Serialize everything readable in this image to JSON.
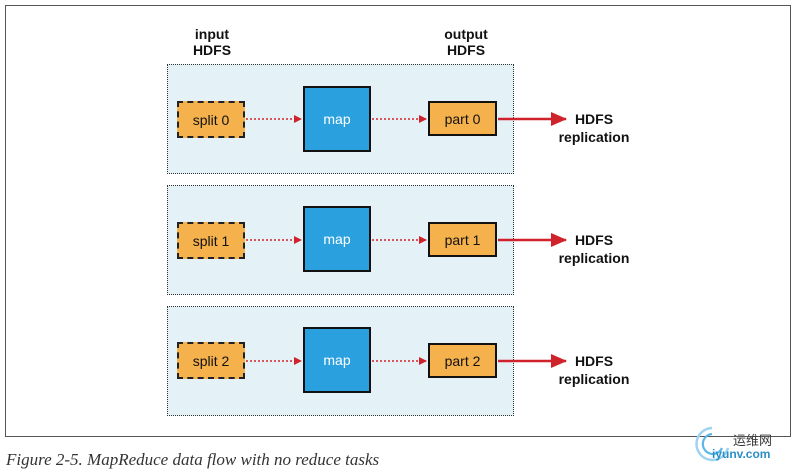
{
  "header": {
    "input_line1": "input",
    "input_line2": "HDFS",
    "output_line1": "output",
    "output_line2": "HDFS"
  },
  "rows": [
    {
      "split": "split 0",
      "map": "map",
      "part": "part 0",
      "dest_line1": "HDFS",
      "dest_line2": "replication"
    },
    {
      "split": "split 1",
      "map": "map",
      "part": "part 1",
      "dest_line1": "HDFS",
      "dest_line2": "replication"
    },
    {
      "split": "split 2",
      "map": "map",
      "part": "part 2",
      "dest_line1": "HDFS",
      "dest_line2": "replication"
    }
  ],
  "caption": "Figure 2-5. MapReduce data flow with no reduce tasks",
  "watermark": {
    "text": "运维网",
    "url": "iyunv.com"
  },
  "colors": {
    "split_fill": "#f5b14c",
    "map_fill": "#2aa0df",
    "row_fill": "#e4f2f7",
    "arrow": "#d0222a"
  }
}
